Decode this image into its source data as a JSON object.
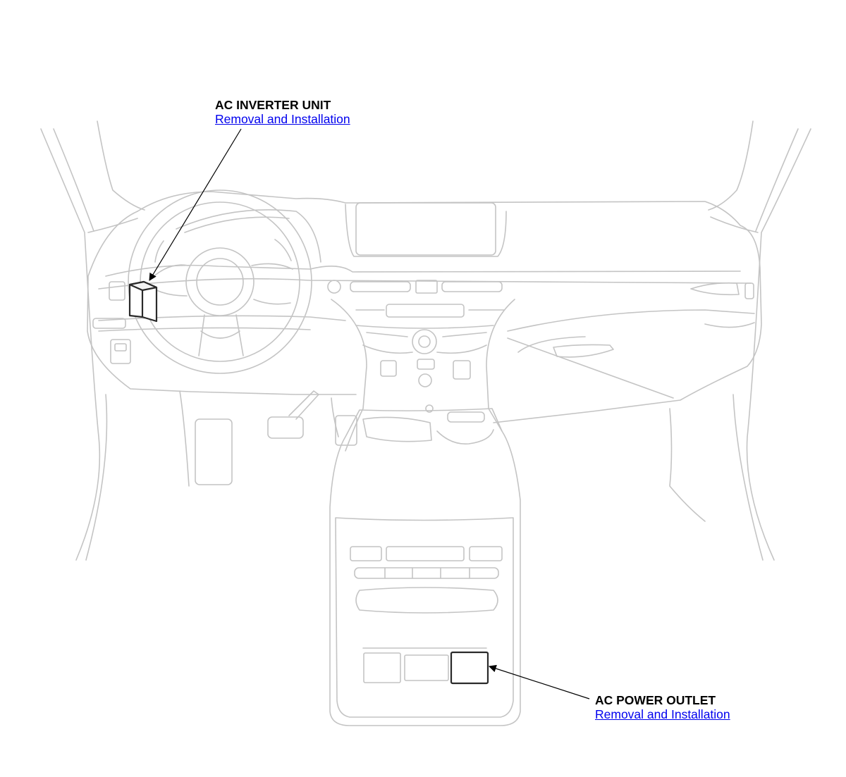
{
  "callouts": {
    "inverter": {
      "title": "AC INVERTER UNIT",
      "link": "Removal and Installation"
    },
    "outlet": {
      "title": "AC POWER OUTLET",
      "link": "Removal and Installation"
    }
  },
  "colors": {
    "line_art": "#c4c4c4",
    "highlight": "#2a2a2a",
    "link": "#0000ee",
    "leader": "#000000"
  }
}
